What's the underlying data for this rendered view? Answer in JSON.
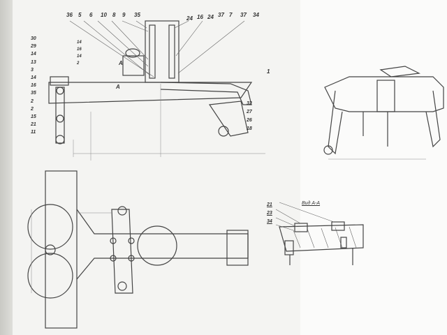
{
  "callouts_top": [
    "36",
    "5",
    "6",
    "10",
    "8",
    "9",
    "35",
    "24",
    "16",
    "24",
    "37",
    "7",
    "37",
    "34"
  ],
  "callouts_left": [
    "30",
    "29",
    "14",
    "13",
    "3",
    "14",
    "16",
    "35",
    "2",
    "2",
    "15",
    "21",
    "11"
  ],
  "callouts_left_upper": [
    "14",
    "16",
    "14",
    "2"
  ],
  "callouts_right": [
    "1",
    "32",
    "27",
    "26",
    "18"
  ],
  "section_marks": [
    "A",
    "A"
  ],
  "section_title": "Вид А-А",
  "section_callouts": [
    "21",
    "23",
    "34"
  ]
}
